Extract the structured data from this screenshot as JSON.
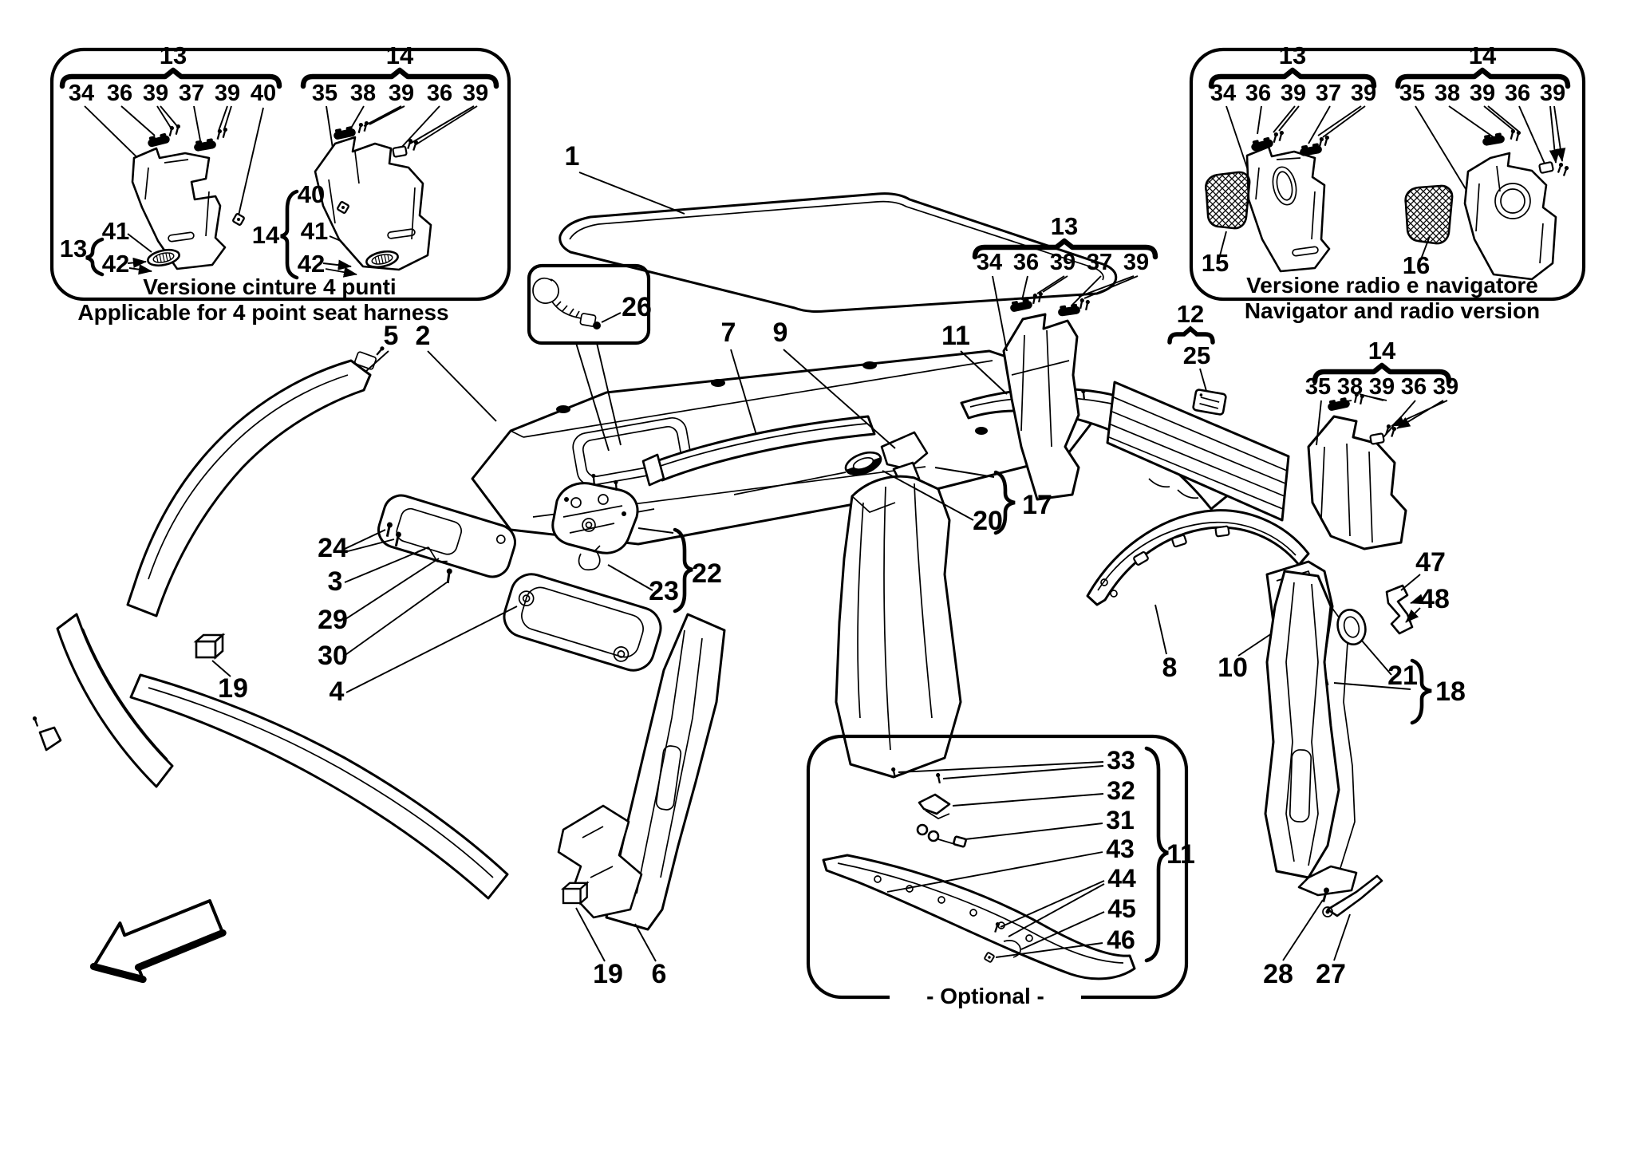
{
  "page": {
    "background": "#ffffff",
    "ink": "#000000",
    "kind": "exploded-parts-diagram",
    "subject": "headliner and pillar trim"
  },
  "captions": {
    "harness_it": "Versione cinture 4 punti",
    "harness_en": "Applicable for 4 point seat harness",
    "radio_it": "Versione radio e navigatore",
    "radio_en": "Navigator and radio version",
    "optional": "- Optional -"
  },
  "numbers": {
    "n1": "1",
    "n2": "2",
    "n3": "3",
    "n4": "4",
    "n5": "5",
    "n6": "6",
    "n7": "7",
    "n8": "8",
    "n9": "9",
    "n10": "10",
    "n11": "11",
    "n12": "12",
    "n13": "13",
    "n14": "14",
    "n15": "15",
    "n16": "16",
    "n17": "17",
    "n18": "18",
    "n19": "19",
    "n20": "20",
    "n21": "21",
    "n22": "22",
    "n23": "23",
    "n24": "24",
    "n25": "25",
    "n26": "26",
    "n27": "27",
    "n28": "28",
    "n29": "29",
    "n30": "30",
    "n31": "31",
    "n32": "32",
    "n33": "33",
    "n34": "34",
    "n35": "35",
    "n36": "36",
    "n37": "37",
    "n38": "38",
    "n39": "39",
    "n40": "40",
    "n41": "41",
    "n42": "42",
    "n43": "43",
    "n44": "44",
    "n45": "45",
    "n46": "46",
    "n47": "47",
    "n48": "48"
  }
}
